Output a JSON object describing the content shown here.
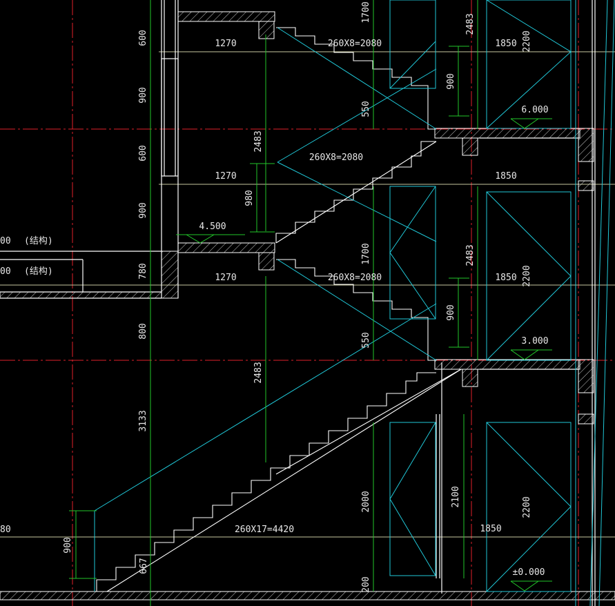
{
  "colors": {
    "background": "#000000",
    "axis_line": "#e0202a",
    "dimension_line": "#22c62a",
    "stair_line": "#ffffff",
    "window_line": "#20c8d8",
    "elevation_line": "#c8c8a0",
    "text": "#e8e8e8"
  },
  "left_dims": [
    "600",
    "900",
    "600",
    "900",
    "780",
    "800",
    "3133",
    "900",
    "667"
  ],
  "stair_dims": {
    "flight_top": "260X8=2080",
    "flight_mid": "260X8=2080",
    "flight_lower": "260X8=2080",
    "flight_ground": "260X17=4420"
  },
  "landing_widths": [
    "1270",
    "1270",
    "1270"
  ],
  "right_widths": [
    "1850",
    "1850",
    "1850",
    "1850"
  ],
  "vertical_dims": [
    "1700",
    "2483",
    "550",
    "2483",
    "980",
    "1700",
    "2483",
    "550",
    "900",
    "2483",
    "900",
    "2200",
    "2200",
    "2000",
    "2100",
    "2200",
    "200"
  ],
  "elevations": [
    "6.000",
    "4.500",
    "3.000",
    "±0.000"
  ],
  "structure_labels": [
    {
      "prefix": "00",
      "label": "(结构)"
    },
    {
      "prefix": "00",
      "label": "(结构)"
    }
  ],
  "left_partial": "80"
}
